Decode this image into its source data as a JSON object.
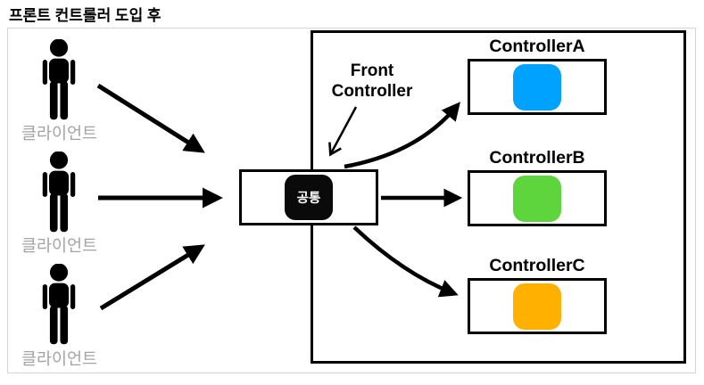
{
  "title": "프론트 컨트롤러 도입 후",
  "clients": [
    {
      "label": "클라이언트"
    },
    {
      "label": "클라이언트"
    },
    {
      "label": "클라이언트"
    }
  ],
  "front_controller": {
    "line1": "Front",
    "line2": "Controller",
    "common_box_label": "공통"
  },
  "controllers": [
    {
      "label": "ControllerA",
      "color": "#00A2FF"
    },
    {
      "label": "ControllerB",
      "color": "#5ED53C"
    },
    {
      "label": "ControllerC",
      "color": "#FFB001"
    }
  ],
  "colors": {
    "arrow": "#000000",
    "client_label": "#A4A4A4",
    "common_chip": "#0A0A0A",
    "outer_border": "#D5D5D5",
    "box_border": "#000000"
  }
}
